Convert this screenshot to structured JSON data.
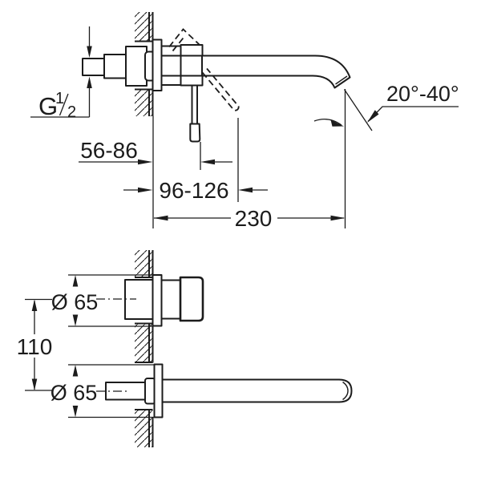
{
  "drawing": {
    "type": "faucet installation dimension drawing, wall-mounted basin mixer, two views",
    "colors": {
      "line": "#1c1c1c",
      "background": "#ffffff"
    },
    "side_view": {
      "thread_label": {
        "prefix": "G",
        "numerator": "1",
        "denominator": "2"
      },
      "wall_to_lever": "56-86",
      "wall_to_lever_open": "96-126",
      "spout_projection": "230",
      "spout_angle_range": "20°-40°"
    },
    "installation_view": {
      "upper_escutcheon_diameter": "Ø 65",
      "lower_escutcheon_diameter": "Ø 65",
      "center_distance": "110"
    }
  }
}
